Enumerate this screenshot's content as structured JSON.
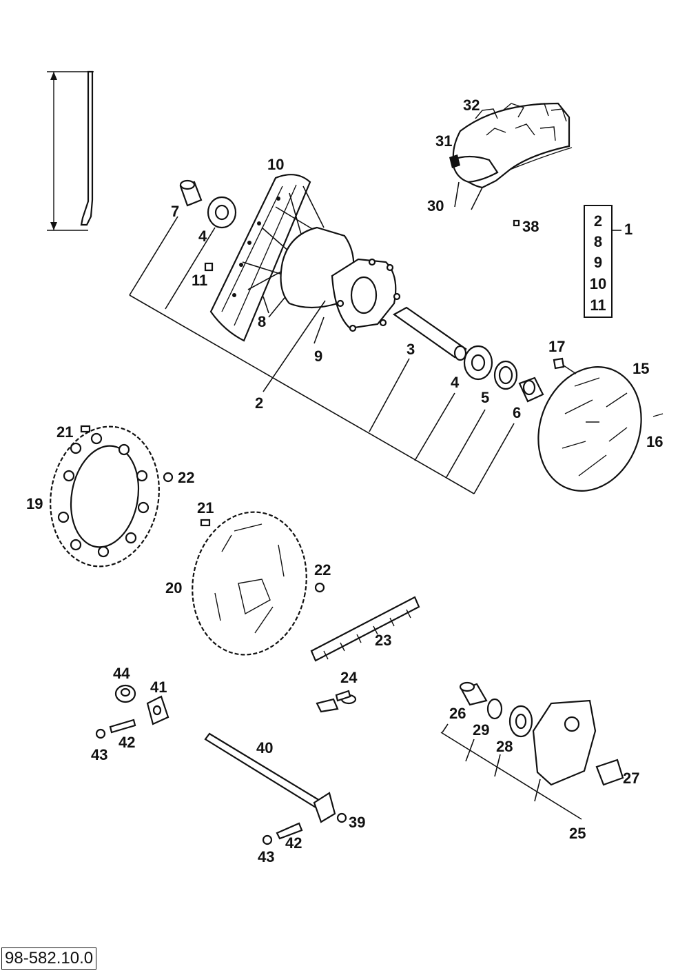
{
  "diagram": {
    "labels": {
      "p1": "1",
      "p2": "2",
      "p3": "3",
      "p4a": "4",
      "p4b": "4",
      "p5": "5",
      "p6": "6",
      "p7": "7",
      "p8": "8",
      "p9": "9",
      "p10": "10",
      "p11": "11",
      "p15": "15",
      "p16": "16",
      "p17": "17",
      "p19": "19",
      "p20": "20",
      "p21a": "21",
      "p21b": "21",
      "p22a": "22",
      "p22b": "22",
      "p23": "23",
      "p24": "24",
      "p25": "25",
      "p26": "26",
      "p27": "27",
      "p28": "28",
      "p29": "29",
      "p30": "30",
      "p31": "31",
      "p32": "32",
      "p38": "38",
      "p39": "39",
      "p40": "40",
      "p41": "41",
      "p42a": "42",
      "p42b": "42",
      "p43a": "43",
      "p43b": "43",
      "p44": "44"
    },
    "kit_items": [
      "2",
      "8",
      "9",
      "10",
      "11"
    ],
    "reference_number": "98-582.10.0"
  }
}
